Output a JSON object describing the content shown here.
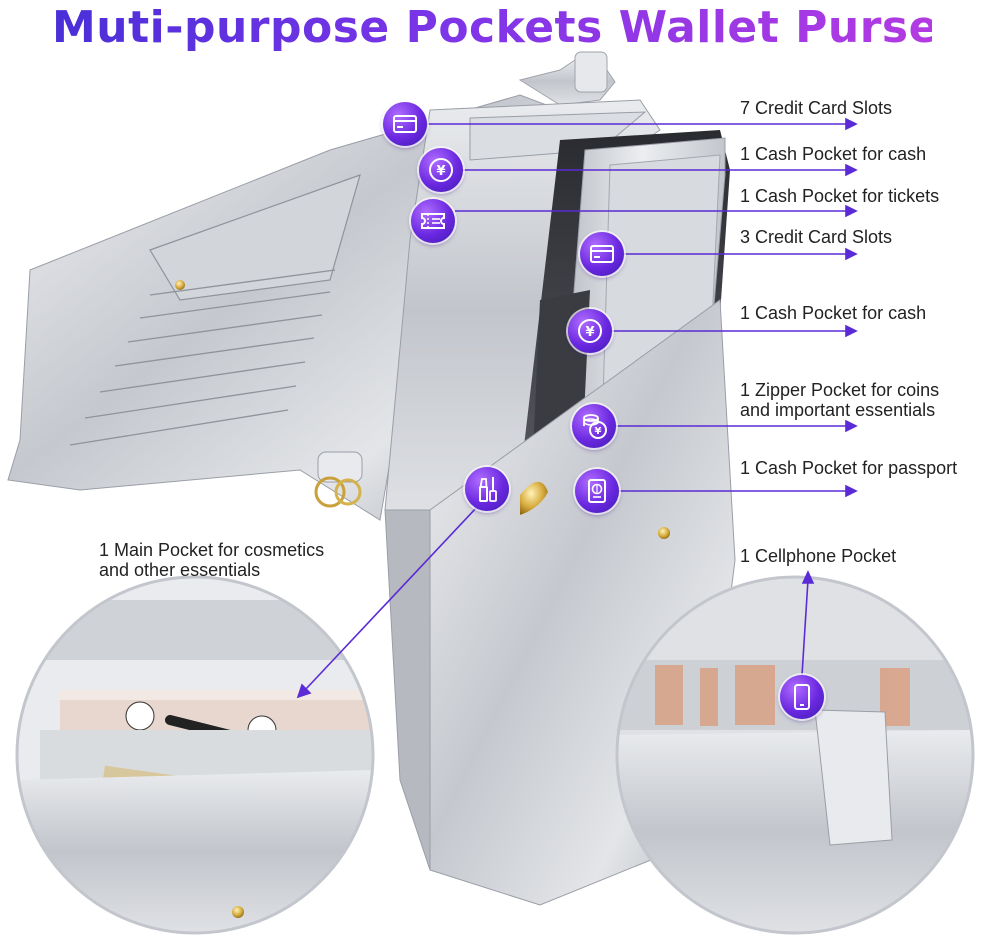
{
  "title": "Muti-purpose Pockets Wallet Purse",
  "callouts": {
    "c1": "7 Credit Card Slots",
    "c2": "1 Cash Pocket for cash",
    "c3": "1 Cash Pocket for tickets",
    "c4": "3 Credit Card Slots",
    "c5": "1 Cash Pocket for cash",
    "c6_line1": "1 Zipper Pocket for coins",
    "c6_line2": "and important essentials",
    "c7": "1 Cash Pocket for passport",
    "c8_line1": "1 Main Pocket for cosmetics",
    "c8_line2": "and other essentials",
    "c9": "1 Cellphone Pocket"
  },
  "colors": {
    "accent": "#6a28e0",
    "leader_line": "#5a2bd6",
    "silver": "#c9ccd2"
  },
  "icons": {
    "card": "credit-card-icon",
    "yen": "yen-coin-icon",
    "ticket": "ticket-icon",
    "coins": "coin-stack-icon",
    "passport": "passport-icon",
    "cosmetics": "cosmetics-icon",
    "phone": "cellphone-icon"
  }
}
